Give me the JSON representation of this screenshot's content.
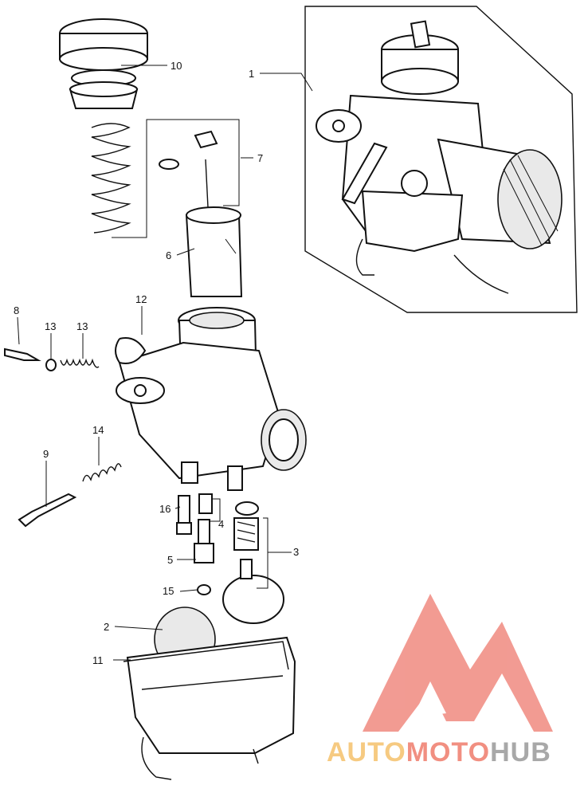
{
  "callouts": [
    {
      "key": "c1",
      "text": "1"
    },
    {
      "key": "c2",
      "text": "2"
    },
    {
      "key": "c3",
      "text": "3"
    },
    {
      "key": "c4",
      "text": "4"
    },
    {
      "key": "c5",
      "text": "5"
    },
    {
      "key": "c6",
      "text": "6"
    },
    {
      "key": "c7",
      "text": "7"
    },
    {
      "key": "c8",
      "text": "8"
    },
    {
      "key": "c9",
      "text": "9"
    },
    {
      "key": "c10",
      "text": "10"
    },
    {
      "key": "c11",
      "text": "11"
    },
    {
      "key": "c12",
      "text": "12"
    },
    {
      "key": "c13a",
      "text": "13"
    },
    {
      "key": "c13b",
      "text": "13"
    },
    {
      "key": "c14",
      "text": "14"
    },
    {
      "key": "c15",
      "text": "15"
    },
    {
      "key": "c16",
      "text": "16"
    }
  ],
  "watermark": {
    "part1": "AUTO",
    "part2": "MOTO",
    "part3": "HUB",
    "colors": {
      "auto": "#f5c16c",
      "moto": "#ef7c6c",
      "hub": "#9a9a9a",
      "logo": "#f08a80"
    }
  }
}
